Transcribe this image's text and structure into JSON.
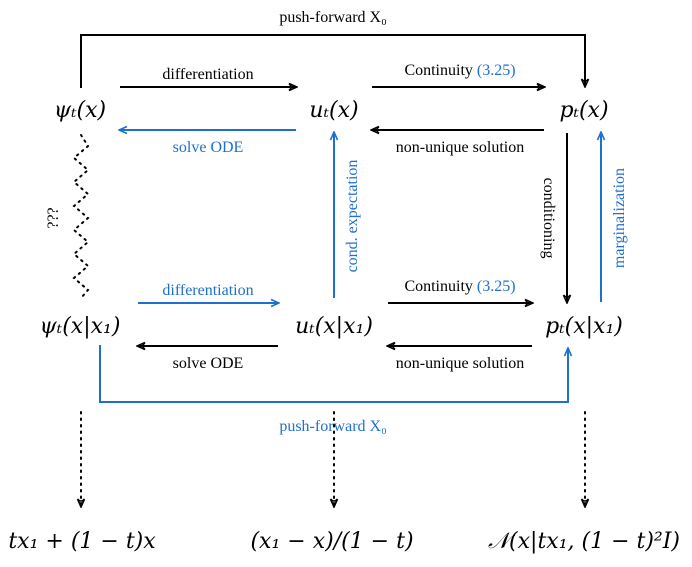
{
  "nodes": {
    "psi_x": "ψₜ(x)",
    "u_x": "uₜ(x)",
    "p_x": "pₜ(x)",
    "psi_x1": "ψₜ(x|x₁)",
    "u_x1": "uₜ(x|x₁)",
    "p_x1": "pₜ(x|x₁)"
  },
  "labels": {
    "push_forward_top": "push-forward X₀",
    "differentiation_top": "differentiation",
    "continuity_top": "Continuity",
    "continuity_top_ref": "(3.25)",
    "solve_ode_top": "solve ODE",
    "non_unique_top": "non-unique solution",
    "conditioning": "conditioning",
    "marginalization": "marginalization",
    "cond_expectation": "cond. expectation",
    "unknown": "???",
    "differentiation_bottom": "differentiation",
    "continuity_bottom": "Continuity",
    "continuity_bottom_ref": "(3.25)",
    "solve_ode_bottom": "solve ODE",
    "non_unique_bottom": "non-unique solution",
    "push_forward_bottom": "push-forward X₀"
  },
  "results": {
    "psi": "tx₁ + (1 − t)x",
    "u": "(x₁ − x)/(1 − t)",
    "p": "𝒩(x|tx₁, (1 − t)²I)"
  },
  "colors": {
    "blue": "#1f6fcf",
    "black": "#000000"
  }
}
